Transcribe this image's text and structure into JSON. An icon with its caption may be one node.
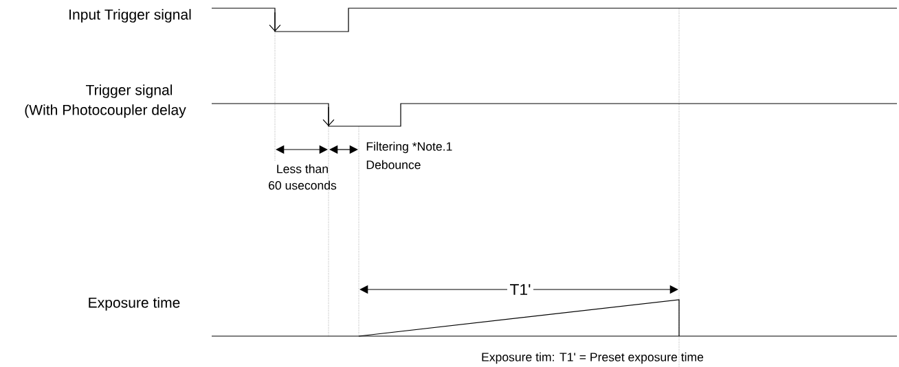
{
  "diagram": {
    "labels": [
      "Input Trigger signal",
      "Trigger signal",
      "(With Photocoupler delay",
      "Filtering *Note.1",
      "Debounce",
      "Less than",
      "60 useconds",
      "T1'",
      "Exposure time",
      "Exposure tim: T1' = Preset exposure time"
    ]
  }
}
